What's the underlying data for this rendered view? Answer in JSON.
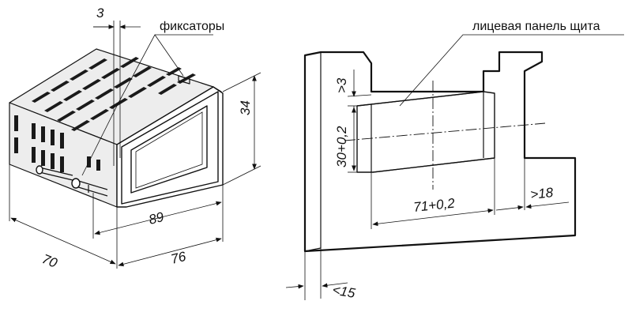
{
  "labels": {
    "latches": "фиксаторы",
    "front_panel": "лицевая панель щита",
    "dim_latch_gap": "3",
    "dim_height": "34",
    "dim_depth": "89",
    "dim_width": "70",
    "dim_front": "76",
    "dim_cutout_width": "71+0,2",
    "dim_cutout_height": "30+0,2",
    "dim_margin_top": ">3",
    "dim_margin_right": ">18",
    "dim_panel_thickness": "<15"
  },
  "colors": {
    "line": "#111111",
    "background": "#ffffff"
  }
}
